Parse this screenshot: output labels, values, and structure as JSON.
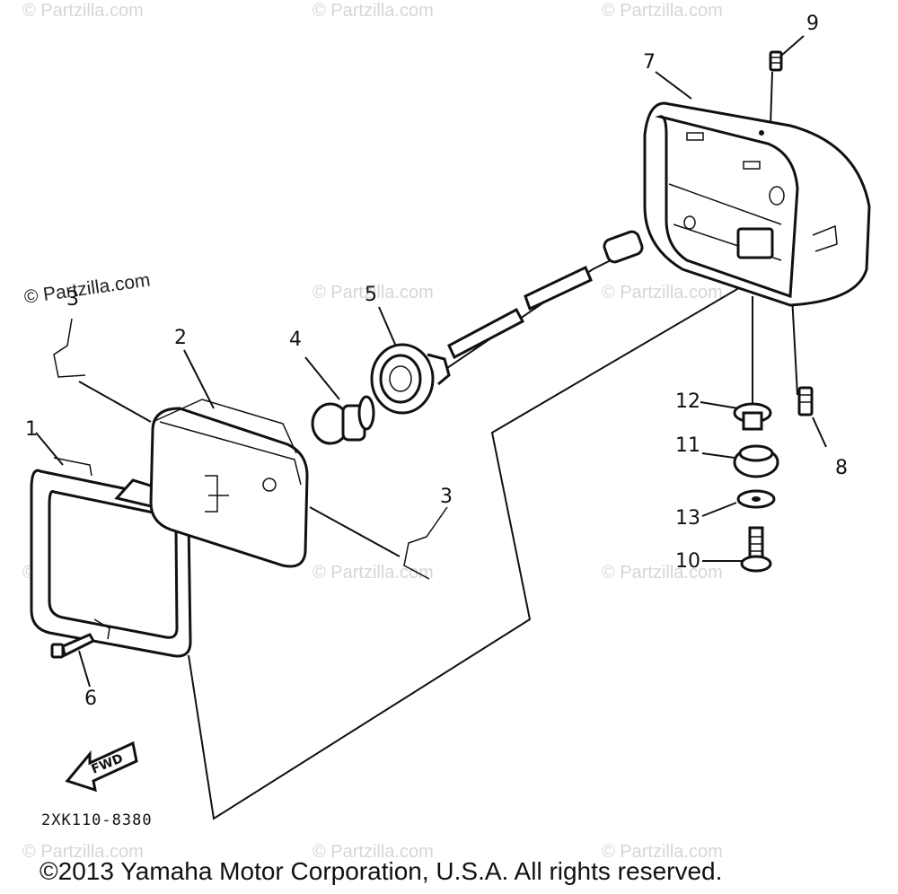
{
  "diagram": {
    "watermark_text": "© Partzilla.com",
    "partzilla_mark": "© Partzilla.com",
    "copyright": "©2013 Yamaha Motor Corporation, U.S.A. All rights reserved.",
    "drawing_code": "2XK110-8380",
    "fwd_label": "FWD",
    "callouts": [
      "1",
      "2",
      "3",
      "3",
      "4",
      "5",
      "6",
      "7",
      "8",
      "9",
      "10",
      "11",
      "12",
      "13"
    ]
  }
}
